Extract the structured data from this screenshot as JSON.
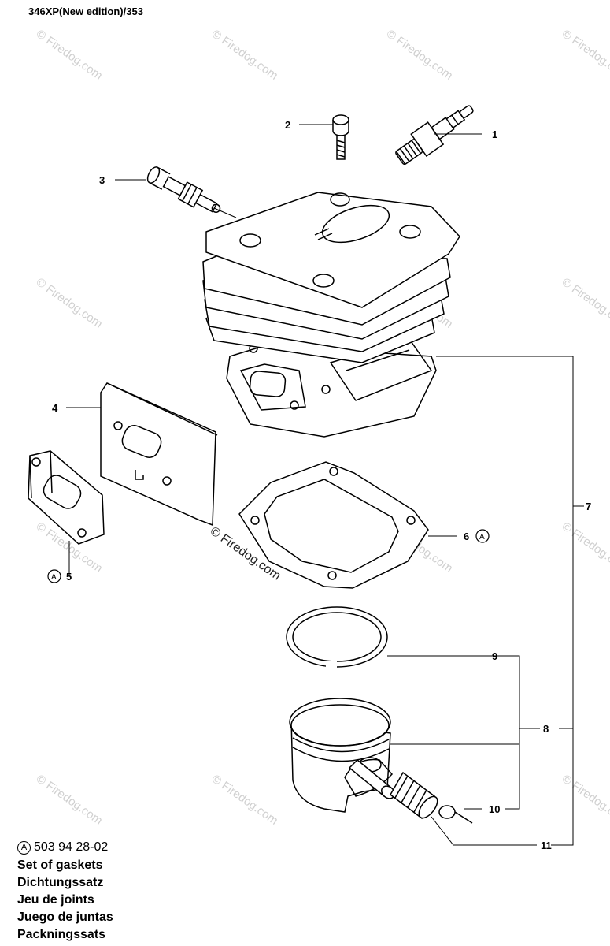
{
  "header": {
    "model": "346XP(New edition)/353"
  },
  "callouts": {
    "c1": "1",
    "c2": "2",
    "c3": "3",
    "c4": "4",
    "c5": "5",
    "c6": "6",
    "c7": "7",
    "c8": "8",
    "c9": "9",
    "c10": "10",
    "c11": "11",
    "kit_marker": "A"
  },
  "watermark": {
    "repeat": "© Firedog.com",
    "main": "© Firedog.com"
  },
  "legend": {
    "marker": "A",
    "part_number": "503 94 28-02",
    "names": [
      "Set of gaskets",
      "Dichtungssatz",
      "Jeu de joints",
      "Juego de juntas",
      "Packningssats"
    ]
  }
}
